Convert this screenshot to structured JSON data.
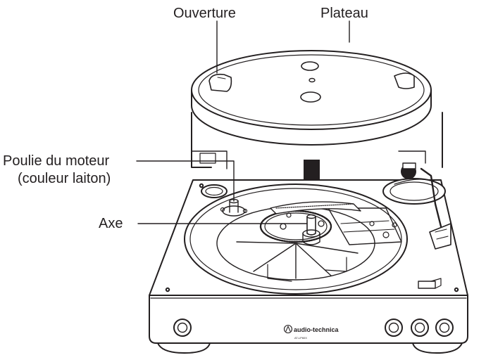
{
  "labels": {
    "ouverture": "Ouverture",
    "plateau": "Plateau",
    "poulie_line1": "Poulie du moteur",
    "poulie_line2": "(couleur laiton)",
    "axe": "Axe"
  },
  "brand": {
    "logo_text": "audio-technica",
    "model": "AT-LP60X"
  },
  "colors": {
    "ink": "#231f20",
    "arrow": "#231f20",
    "body": "#ffffff"
  }
}
